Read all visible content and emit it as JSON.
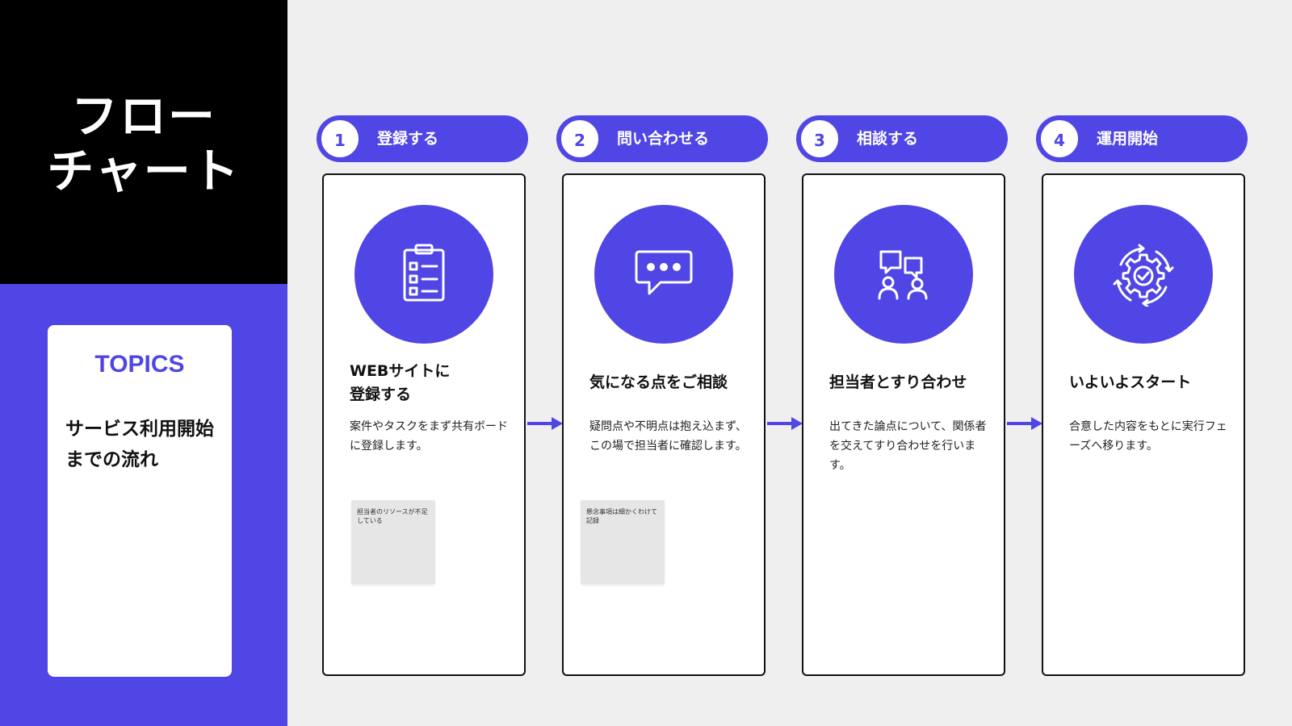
{
  "sidebar": {
    "title_line1": "フロー",
    "title_line2": "チャート",
    "topics_heading": "TOPICS",
    "topics_text": "サービス利用開始までの流れ"
  },
  "steps": [
    {
      "number": "1",
      "label": "登録する",
      "icon": "clipboard-checklist-icon",
      "heading": "WEBサイトに登録する",
      "description": "案件やタスクをまず共有ボードに登録します。",
      "note": "担当者のリソースが不足している"
    },
    {
      "number": "2",
      "label": "問い合わせる",
      "icon": "speech-bubble-icon",
      "heading": "気になる点をご相談",
      "description": "疑問点や不明点は抱え込まず、この場で担当者に確認します。",
      "note": "懸念事項は細かくわけて記録"
    },
    {
      "number": "3",
      "label": "相談する",
      "icon": "people-discussion-icon",
      "heading": "担当者とすり合わせ",
      "description": "出てきた論点について、関係者を交えてすり合わせを行います。"
    },
    {
      "number": "4",
      "label": "運用開始",
      "icon": "gear-check-icon",
      "heading": "いよいよスタート",
      "description": "合意した内容をもとに実行フェーズへ移ります。"
    }
  ],
  "colors": {
    "accent": "#4f46e5",
    "black": "#000000",
    "background": "#efefef"
  }
}
